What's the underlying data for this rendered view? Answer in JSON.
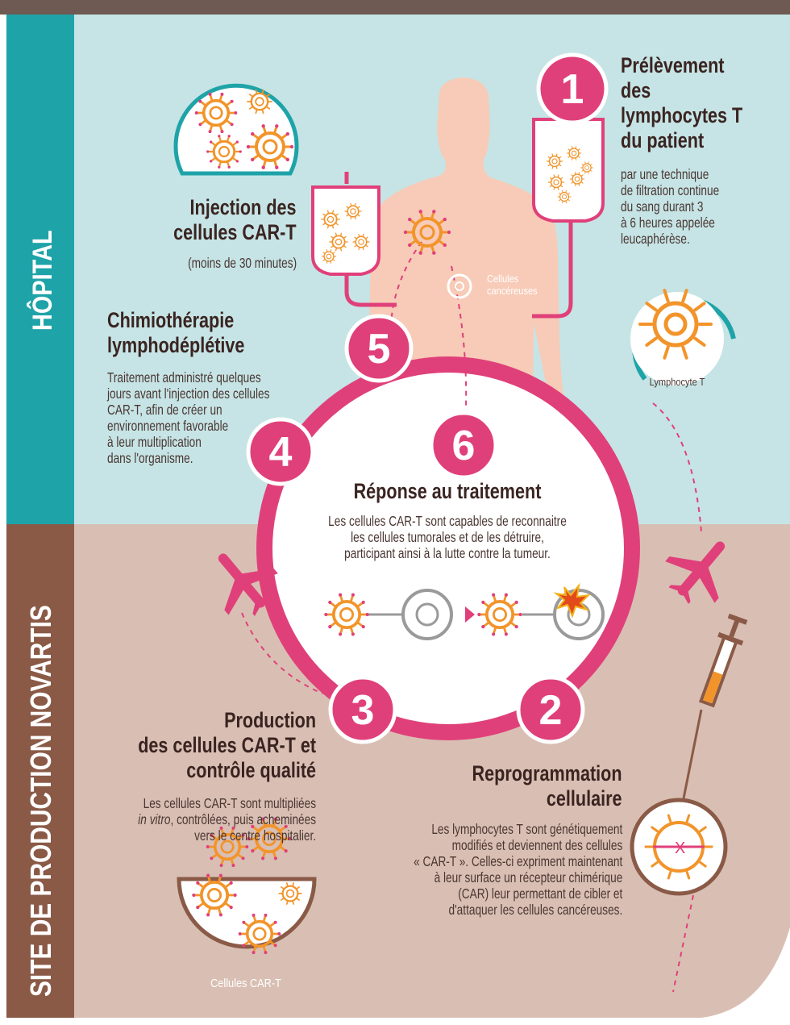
{
  "sections": {
    "hospital": "HÔPITAL",
    "production": "SITE DE PRODUCTION NOVARTIS"
  },
  "steps": [
    {
      "number": "1",
      "title": [
        "Prélèvement",
        "des",
        "lymphocytes T",
        "du patient"
      ],
      "body": [
        "par une technique",
        "de filtration continue",
        "du sang durant 3",
        "à 6 heures appelée",
        "leucaphérèse."
      ]
    },
    {
      "number": "2",
      "title": [
        "Reprogrammation",
        "cellulaire"
      ],
      "body": [
        "Les lymphocytes T sont génétiquement",
        "modifiés et deviennent des cellules",
        "« CAR-T ». Celles-ci expriment maintenant",
        "à leur surface un récepteur chimérique",
        "(CAR) leur permettant de cibler et",
        "d'attaquer les cellules cancéreuses."
      ]
    },
    {
      "number": "3",
      "title": [
        "Production",
        "des cellules CAR-T et",
        "contrôle qualité"
      ],
      "body_italic": "in vitro",
      "body": [
        "Les cellules CAR-T sont multipliées",
        ", contrôlées, puis acheminées",
        "vers le centre hospitalier."
      ]
    },
    {
      "number": "4",
      "title": [
        "Chimiothérapie",
        "lymphodéplétive"
      ],
      "body": [
        "Traitement administré quelques",
        "jours avant l'injection des cellules",
        "CAR-T, afin de créer un",
        "environnement favorable",
        "à leur multiplication",
        "dans l'organisme."
      ]
    },
    {
      "number": "5",
      "title": [
        "Injection des",
        "cellules CAR-T"
      ],
      "body": [
        "(moins de 30 minutes)"
      ]
    },
    {
      "number": "6",
      "title": [
        "Réponse au traitement"
      ],
      "body": [
        "Les cellules CAR-T sont capables de reconnaitre",
        "les cellules tumorales et de les détruire,",
        "participant ainsi à la lutte contre la tumeur."
      ]
    }
  ],
  "labels": {
    "cancer_cells": [
      "Cellules",
      "cancéreuses"
    ],
    "lymphocyte": "Lymphocyte T",
    "car_t_cells": "Cellules CAR-T"
  },
  "colors": {
    "hospital_bg": "#c6e4e5",
    "hospital_band": "#1ea3a8",
    "production_bg": "#d9bfb3",
    "production_band": "#8a5a47",
    "accent": "#e0407a",
    "cell_orange": "#f2942a",
    "body_skin": "#f7cbb7",
    "top_bar": "#6e5a52"
  },
  "icons": [
    "airplane-icon",
    "syringe-icon",
    "iv-bag-icon",
    "cell-icon",
    "explosion-icon"
  ]
}
